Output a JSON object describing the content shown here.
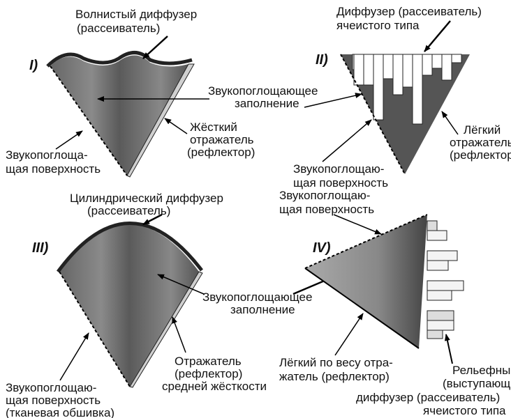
{
  "panels": {
    "p1": {
      "number": "I)",
      "diffuser": [
        "Волнистый диффузер",
        "(рассеиватель)"
      ],
      "reflector": [
        "Жёсткий",
        "отражатель",
        "(рефлектор)"
      ],
      "surface": [
        "Звукопоглоща-",
        "щая поверхность"
      ]
    },
    "p2": {
      "number": "II)",
      "diffuser": [
        "Диффузер (рассеиватель)",
        "ячеистого типа"
      ],
      "reflector": [
        "Лёгкий",
        "отражатель",
        "(рефлектор)"
      ],
      "surface": [
        "Звукопоглощаю-",
        "щая поверхность"
      ]
    },
    "p3": {
      "number": "III)",
      "diffuser": [
        "Цилиндрический диффузер",
        "(рассеиватель)"
      ],
      "reflector": [
        "Отражатель",
        "(рефлектор)",
        "средней жёсткости"
      ],
      "surface": [
        "Звукопоглощаю-",
        "щая поверхность",
        "(тканевая обшивка)"
      ]
    },
    "p4": {
      "number": "IV)",
      "surface": [
        "Звукопоглощаю-",
        "щая поверхность"
      ],
      "reflector": [
        "Лёгкий по весу отра-",
        "жатель (рефлектор)"
      ],
      "diffuser": [
        "Рельефный",
        "(выступающий)",
        "диффузер (рассеиватель)",
        "ячеистого типа"
      ]
    }
  },
  "fill_top": [
    "Звукопоглощающее",
    "заполнение"
  ],
  "fill_bottom": [
    "Звукопоглощающее",
    "заполнение"
  ]
}
